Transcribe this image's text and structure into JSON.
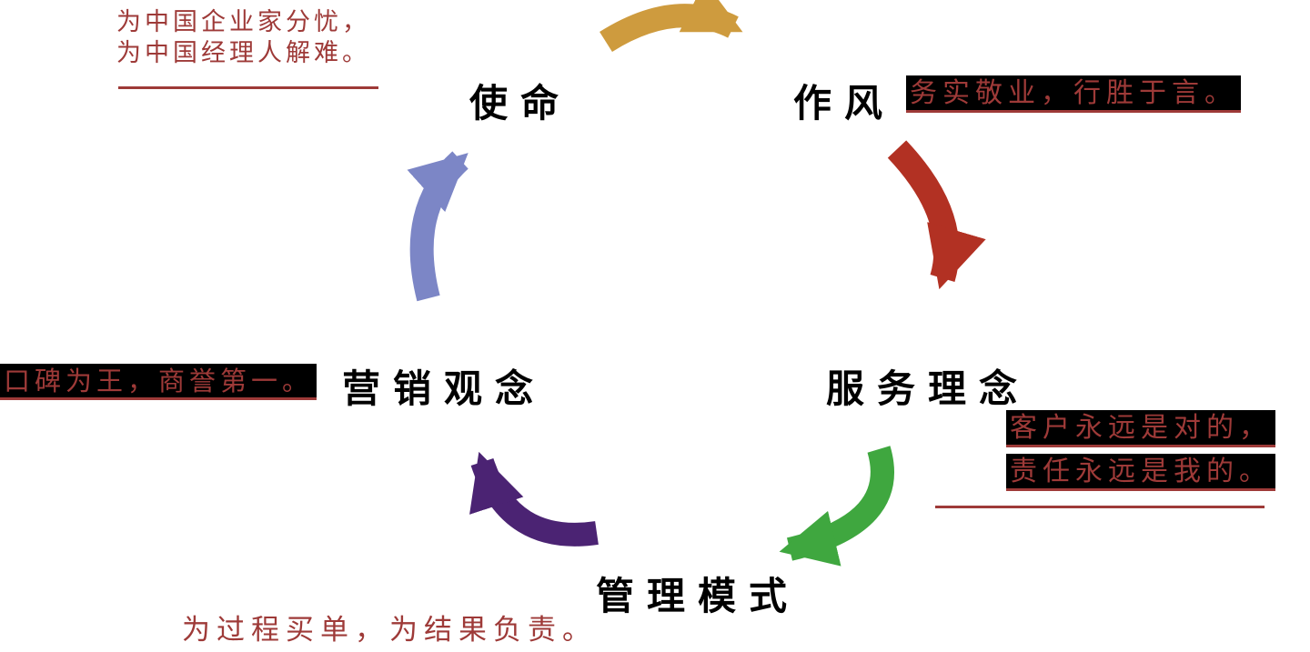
{
  "diagram": {
    "nodes": {
      "mission": "使命",
      "style": "作风",
      "service": "服务理念",
      "management": "管理模式",
      "marketing": "营销观念"
    },
    "annotations": {
      "mission_line1": "为中国企业家分忧，",
      "mission_line2": "为中国经理人解难。",
      "style": "务实敬业，行胜于言。",
      "service_line1": "客户永远是对的，",
      "service_line2": "责任永远是我的。",
      "management": "为过程买单，为结果负责。",
      "marketing": "口碑为王，商誉第一。"
    },
    "colors": {
      "arrow_mission_to_style": "#ce9b3e",
      "arrow_style_to_service": "#b23123",
      "arrow_service_to_management": "#3fa73f",
      "arrow_management_to_marketing": "#4b2373",
      "arrow_marketing_to_mission": "#7c86c6",
      "annotation_text": "#9e3a38",
      "node_text": "#000000",
      "highlight_bg": "#000000"
    }
  }
}
